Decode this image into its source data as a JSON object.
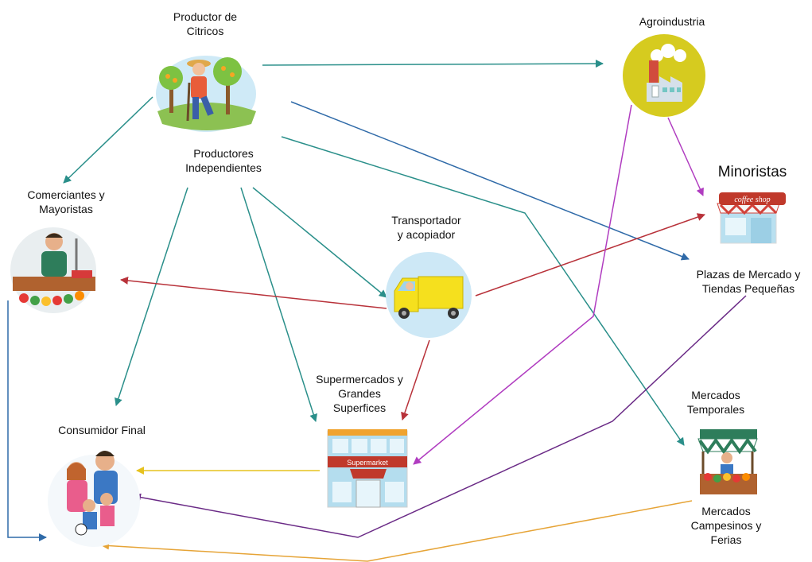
{
  "nodes": {
    "productor": {
      "label": "Productor  de\nCitricos"
    },
    "independientes": {
      "label": "Productores\nIndependientes"
    },
    "agroindustria": {
      "label": "Agroindustria"
    },
    "comerciantes": {
      "label": "Comerciantes y\nMayoristas"
    },
    "transportador": {
      "label": "Transportador\ny acopiador"
    },
    "minoristas": {
      "label": "Minoristas"
    },
    "plazas": {
      "label": "Plazas de Mercado y\nTiendas  Pequeñas"
    },
    "supermercados": {
      "label": "Supermercados y\nGrandes\nSuperfices"
    },
    "consumidor": {
      "label": "Consumidor Final"
    },
    "temporales": {
      "label": "Mercados\nTemporales"
    },
    "campesinos": {
      "label": "Mercados\nCampesinos y\nFerias"
    }
  },
  "image_text": {
    "coffee_shop_sign": "coffee shop",
    "supermarket_sign": "Supermarket"
  },
  "colors": {
    "teal": "#2a8f8a",
    "blue": "#2f6aa8",
    "red": "#b8323a",
    "magenta": "#b03cc0",
    "purple": "#6a2a86",
    "orange": "#e6a437",
    "yellow": "#e6c21f"
  }
}
